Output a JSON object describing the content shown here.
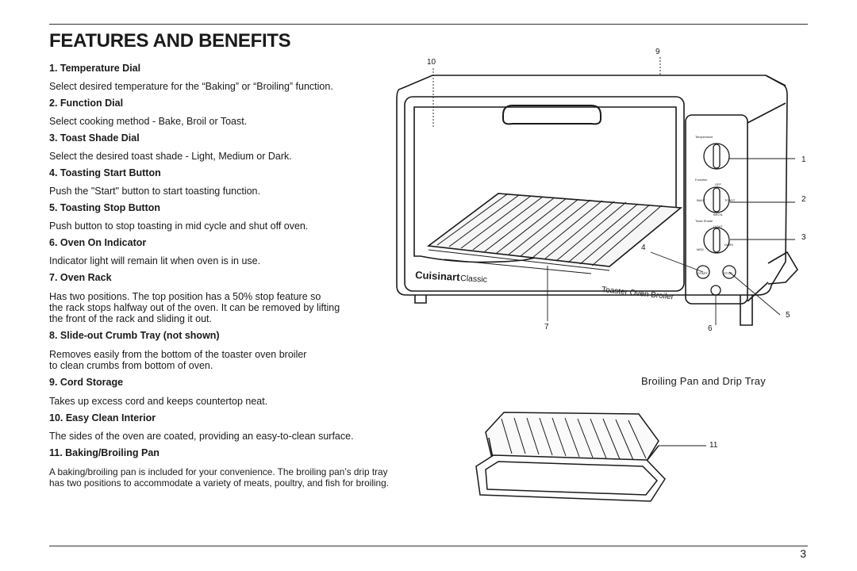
{
  "page": {
    "title": "FEATURES AND BENEFITS",
    "page_number": "3"
  },
  "features": [
    {
      "heading": "1. Temperature Dial",
      "text": "Select desired temperature for the “Baking” or “Broiling” function."
    },
    {
      "heading": "2. Function Dial",
      "text": "Select cooking method - Bake, Broil or Toast."
    },
    {
      "heading": "3. Toast Shade Dial",
      "text": "Select the desired toast shade - Light, Medium or Dark."
    },
    {
      "heading": "4. Toasting Start Button",
      "text": "Push the \"Start\" button to start toasting function."
    },
    {
      "heading": "5. Toasting Stop Button",
      "text": "Push button to stop toasting in mid cycle and shut off oven."
    },
    {
      "heading": "6. Oven On Indicator",
      "text": "Indicator light will remain lit when oven is in use."
    },
    {
      "heading": "7. Oven Rack",
      "text": "Has two positions. The top position has a 50% stop feature so\nthe rack stops halfway out of the oven. It can be removed by lifting\nthe front of the rack and sliding it out."
    },
    {
      "heading": "8. Slide-out Crumb Tray (not shown)",
      "text": "Removes easily from the bottom of the toaster oven broiler\nto clean crumbs from bottom of oven."
    },
    {
      "heading": "9. Cord Storage",
      "text": "Takes up excess cord and keeps countertop neat."
    },
    {
      "heading": "10. Easy Clean Interior",
      "text": "The sides of the oven are coated, providing an easy-to-clean surface."
    },
    {
      "heading": "11. Baking/Broiling Pan",
      "text": "A baking/broiling pan is included for your convenience. The broiling pan’s drip tray\nhas two positions to accommodate a variety of meats, poultry, and fish for broiling."
    }
  ],
  "oven_diagram": {
    "callouts": {
      "c1": "1",
      "c2": "2",
      "c3": "3",
      "c4": "4",
      "c5": "5",
      "c6": "6",
      "c7": "7",
      "c9": "9",
      "c10": "10"
    },
    "brand": "Cuisinart",
    "model_word": "Classic",
    "product_name": "Toaster Oven Broiler",
    "panel": {
      "temperature_label": "Temperature",
      "function_label": "Function",
      "toast_shade_label": "Toast Shade",
      "off": "OFF",
      "bake": "BAKE",
      "toast": "TOAST",
      "broil": "BROIL",
      "light": "LIGHT",
      "med": "MED",
      "dark": "DARK",
      "start": "START",
      "stop": "STOP"
    }
  },
  "pan_diagram": {
    "caption": "Broiling Pan and Drip Tray",
    "callout": "11"
  }
}
